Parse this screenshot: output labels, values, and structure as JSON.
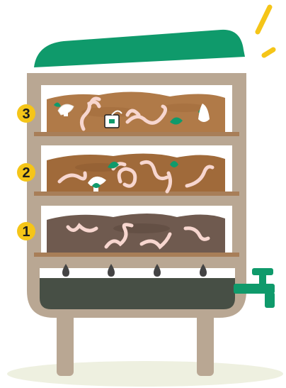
{
  "tiers": [
    {
      "label": "3"
    },
    {
      "label": "2"
    },
    {
      "label": "1"
    }
  ],
  "colors": {
    "lid": "#0f9a6b",
    "frame": "#b9a793",
    "tray_edge": "#a87e58",
    "soil_top": "#b07a48",
    "soil_mid": "#a06a3a",
    "soil_bottom": "#6f5a4f",
    "worm": "#f7d6cf",
    "worm_stroke": "#f3cac1",
    "label_bg": "#f5c518",
    "sump": "#474f45",
    "drip": "#444444",
    "tap": "#0f9a6b",
    "shadow": "#eef0e0",
    "sun_ray": "#f5c518"
  },
  "icons": {
    "lid": "lid-icon",
    "tap": "tap-icon",
    "worm": "worm-icon",
    "drip": "drip-icon",
    "leaf": "leaf-icon",
    "mushroom": "mushroom-icon",
    "teabag": "teabag-icon",
    "sun": "sun-rays-icon"
  }
}
